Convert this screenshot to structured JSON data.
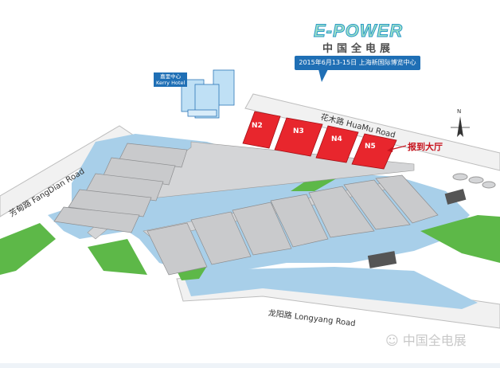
{
  "header": {
    "logo_text": "E-POWER",
    "logo_subtitle": "中国全电展",
    "event_info": "2015年6月13-15日  上海新国际博览中心"
  },
  "landmarks": {
    "hotel": {
      "cn": "嘉里中心",
      "en": "Kerry Hotel"
    },
    "registration": "报到大厅"
  },
  "roads": {
    "north": "花木路 HuaMu Road",
    "west": "芳甸路 FangDian Road",
    "south": "龙阳路 Longyang Road"
  },
  "halls_highlighted": [
    "N2",
    "N3",
    "N4",
    "N5"
  ],
  "compass": {
    "label": "N"
  },
  "watermark": "中国全电展",
  "colors": {
    "highlight": "#e8262d",
    "water": "#a8cfe9",
    "green": "#5db848",
    "hall": "#c9cacc"
  }
}
